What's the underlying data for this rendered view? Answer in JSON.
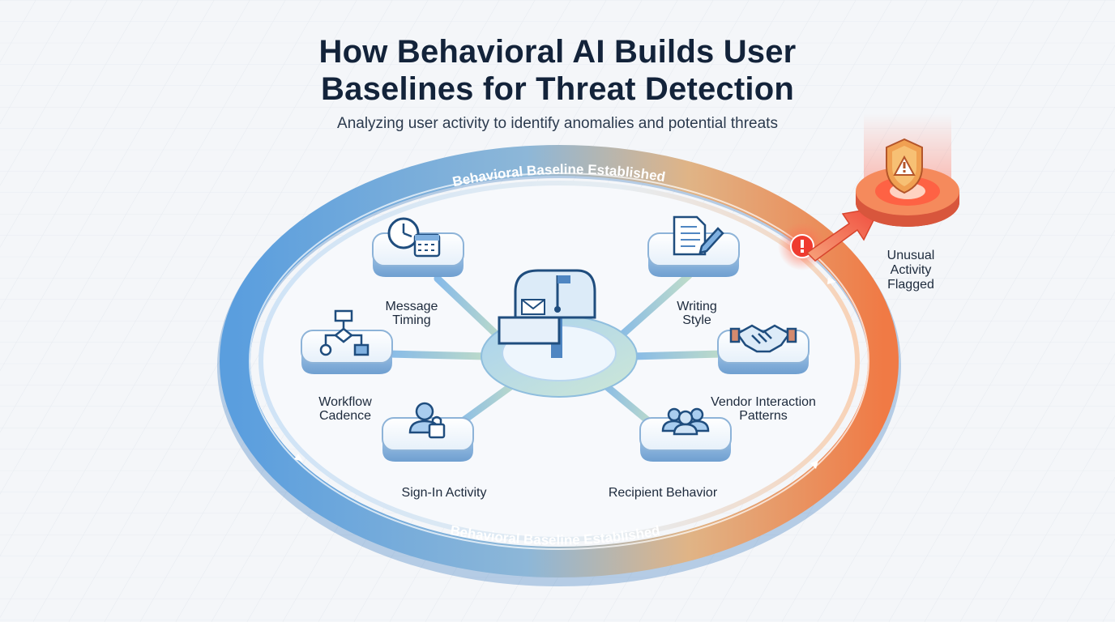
{
  "header": {
    "title_line1": "How Behavioral AI Builds User",
    "title_line2": "Baselines for Threat Detection",
    "subtitle": "Analyzing user activity to identify anomalies and potential threats"
  },
  "ring": {
    "top_label": "Behavioral Baseline Established",
    "bottom_label": "Behavioral Baseline Established"
  },
  "center": {
    "icon": "mailbox-icon"
  },
  "nodes": {
    "message_timing": {
      "line1": "Message",
      "line2": "Timing",
      "icon": "clock-calendar-icon"
    },
    "writing_style": {
      "line1": "Writing",
      "line2": "Style",
      "icon": "document-pen-icon"
    },
    "workflow_cadence": {
      "line1": "Workflow",
      "line2": "Cadence",
      "icon": "flowchart-icon"
    },
    "vendor_interaction": {
      "line1": "Vendor Interaction",
      "line2": "Patterns",
      "icon": "handshake-icon"
    },
    "sign_in": {
      "line1": "Sign-In Activity",
      "icon": "user-lock-icon"
    },
    "recipient": {
      "line1": "Recipient Behavior",
      "icon": "group-icon"
    }
  },
  "alert": {
    "line1": "Unusual",
    "line2": "Activity",
    "line3": "Flagged",
    "icon": "warning-shield-icon",
    "marker_icon": "exclamation-icon"
  },
  "colors": {
    "ring_blue": "#5c9fdc",
    "ring_orange": "#f0894b",
    "alert_red": "#ef4a3c",
    "title": "#13233a"
  }
}
